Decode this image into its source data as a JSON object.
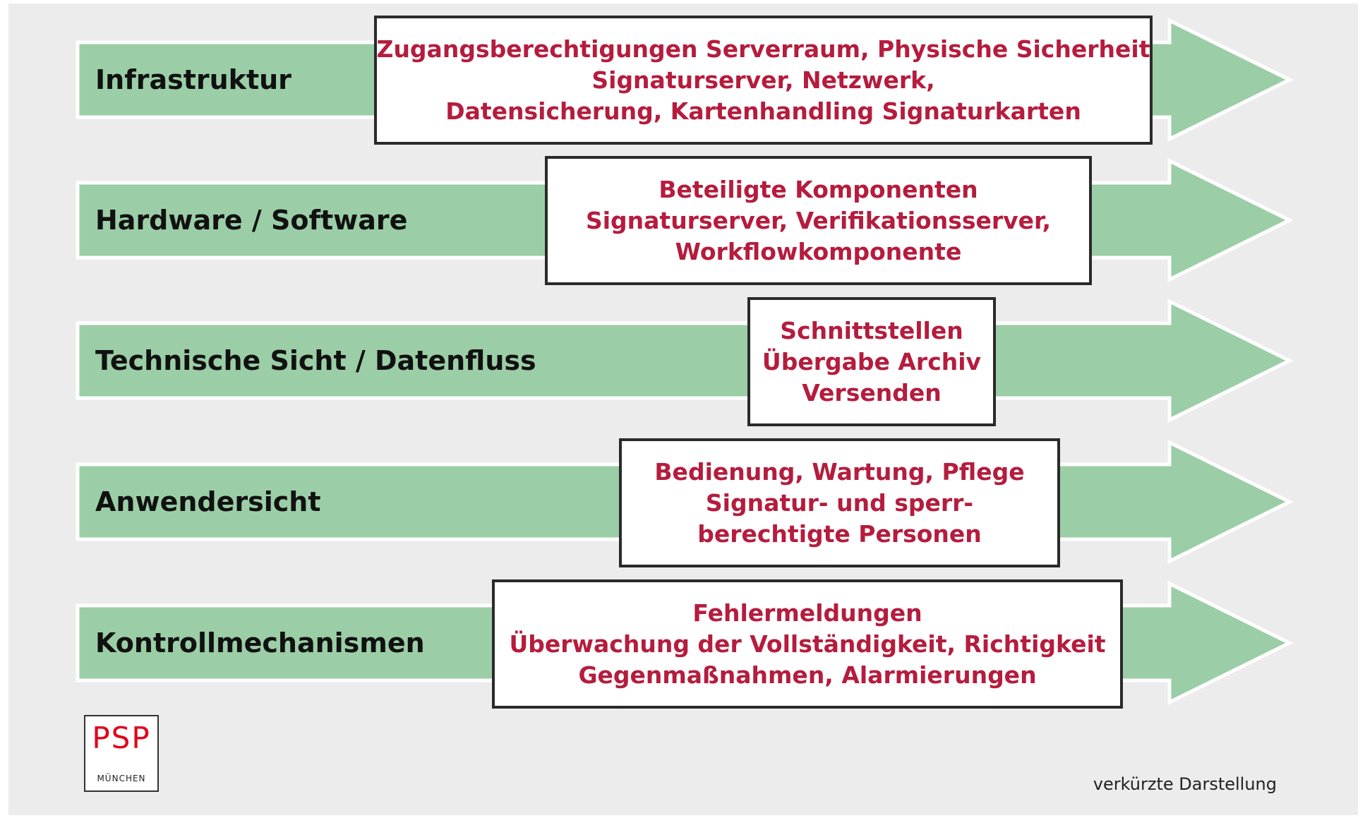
{
  "rows": [
    {
      "label": "Infrastruktur",
      "lines": [
        "Zugangsberechtigungen Serverraum, Physische Sicherheit",
        "Signaturserver, Netzwerk,",
        "Datensicherung, Kartenhandling Signaturkarten"
      ]
    },
    {
      "label": "Hardware / Software",
      "lines": [
        "Beteiligte Komponenten",
        "Signaturserver, Verifikationsserver,",
        "Workflowkomponente"
      ]
    },
    {
      "label": "Technische Sicht / Datenfluss",
      "lines": [
        "Schnittstellen",
        "Übergabe Archiv",
        "Versenden"
      ]
    },
    {
      "label": "Anwendersicht",
      "lines": [
        "Bedienung, Wartung, Pflege",
        "Signatur- und sperr-",
        "berechtigte Personen"
      ]
    },
    {
      "label": "Kontrollmechanismen",
      "lines": [
        "Fehlermeldungen",
        "Überwachung der Vollständigkeit, Richtigkeit",
        "Gegenmaßnahmen, Alarmierungen"
      ]
    }
  ],
  "logo": {
    "text": "PSP",
    "subtext": "MÜNCHEN"
  },
  "footnote": "verkürzte Darstellung",
  "colors": {
    "background": "#ececec",
    "arrow_fill": "#9bcea6",
    "box_text": "#b51c3d",
    "label_text": "#111111",
    "logo_red": "#e2001a"
  }
}
